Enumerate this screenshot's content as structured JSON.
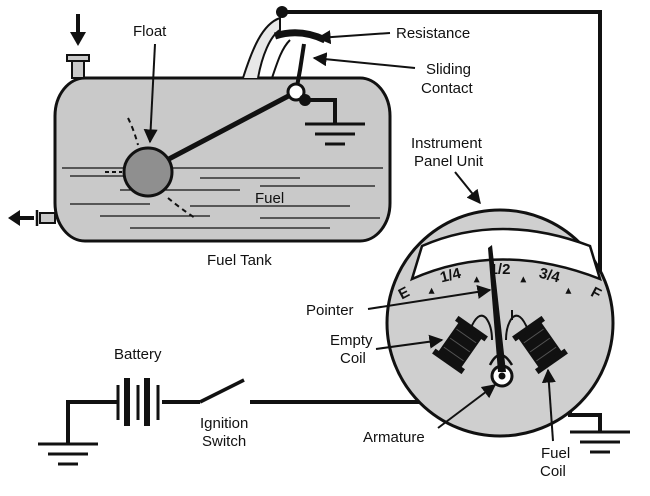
{
  "labels": {
    "float": "Float",
    "resistance": "Resistance",
    "sliding_contact_line1": "Sliding",
    "sliding_contact_line2": "Contact",
    "fuel": "Fuel",
    "fuel_tank": "Fuel Tank",
    "instrument_panel_line1": "Instrument",
    "instrument_panel_line2": "Panel Unit",
    "pointer": "Pointer",
    "empty_coil_line1": "Empty",
    "empty_coil_line2": "Coil",
    "battery": "Battery",
    "ignition_switch_line1": "Ignition",
    "ignition_switch_line2": "Switch",
    "armature": "Armature",
    "fuel_coil_line1": "Fuel",
    "fuel_coil_line2": "Coil"
  },
  "gauge_scale": [
    "E",
    "1/4",
    "1/2",
    "3/4",
    "F"
  ],
  "colors": {
    "tank_fill": "#c9c9c9",
    "gauge_fill": "#cfcfcf",
    "float_fill": "#8f8f8f",
    "line": "#111111",
    "face_fill": "#ffffff"
  }
}
